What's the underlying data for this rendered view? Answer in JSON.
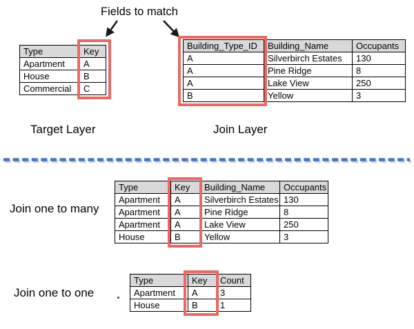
{
  "labels": {
    "fields_to_match": "Fields to match",
    "target_layer": "Target Layer",
    "join_layer": "Join Layer",
    "join_one_to_many": "Join one to many",
    "join_one_to_one": "Join one to one"
  },
  "colors": {
    "highlight_red": "#e86964",
    "header_gray": "#d9d9d9",
    "divider_blue": "#4472c4",
    "arrow_black": "#1a1a1a"
  },
  "tables": {
    "target": {
      "headers": [
        "Type",
        "Key"
      ],
      "rows": [
        [
          "Apartment",
          "A"
        ],
        [
          "House",
          "B"
        ],
        [
          "Commercial",
          "C"
        ]
      ],
      "highlighted_column": "Key"
    },
    "join": {
      "headers": [
        "Building_Type_ID",
        "Building_Name",
        "Occupants"
      ],
      "rows": [
        [
          "A",
          "Silverbirch Estates",
          "130"
        ],
        [
          "A",
          "Pine Ridge",
          "8"
        ],
        [
          "A",
          "Lake View",
          "250"
        ],
        [
          "B",
          "Yellow",
          "3"
        ]
      ],
      "highlighted_column": "Building_Type_ID"
    },
    "one_to_many": {
      "headers": [
        "Type",
        "Key",
        "Building_Name",
        "Occupants"
      ],
      "rows": [
        [
          "Apartment",
          "A",
          "Silverbirch Estates",
          "130"
        ],
        [
          "Apartment",
          "A",
          "Pine Ridge",
          "8"
        ],
        [
          "Apartment",
          "A",
          "Lake View",
          "250"
        ],
        [
          "House",
          "B",
          "Yellow",
          "3"
        ]
      ],
      "highlighted_column": "Key"
    },
    "one_to_one": {
      "headers": [
        "Type",
        "Key",
        "Count"
      ],
      "rows": [
        [
          "Apartment",
          "A",
          "3"
        ],
        [
          "House",
          "B",
          "1"
        ]
      ],
      "highlighted_column": "Key"
    }
  }
}
